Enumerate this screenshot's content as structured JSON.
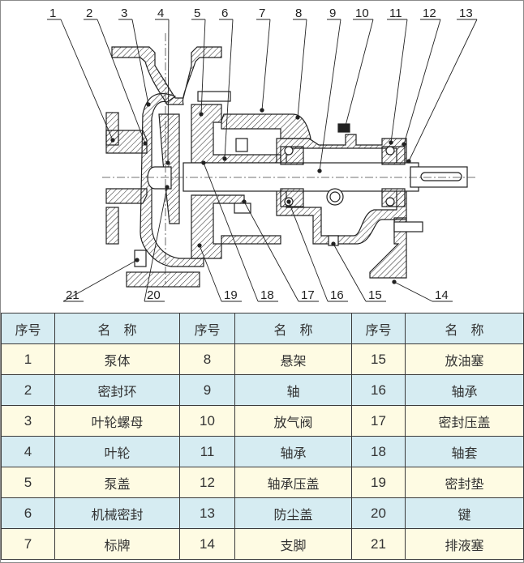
{
  "diagram": {
    "title": "Centrifugal pump cross-section",
    "callouts": [
      {
        "id": "1"
      },
      {
        "id": "2"
      },
      {
        "id": "3"
      },
      {
        "id": "4"
      },
      {
        "id": "5"
      },
      {
        "id": "6"
      },
      {
        "id": "7"
      },
      {
        "id": "8"
      },
      {
        "id": "9"
      },
      {
        "id": "10"
      },
      {
        "id": "11"
      },
      {
        "id": "12"
      },
      {
        "id": "13"
      },
      {
        "id": "14"
      },
      {
        "id": "15"
      },
      {
        "id": "16"
      },
      {
        "id": "17"
      },
      {
        "id": "18"
      },
      {
        "id": "19"
      },
      {
        "id": "20"
      },
      {
        "id": "21"
      }
    ]
  },
  "table": {
    "headers": [
      "序号",
      "名　称",
      "序号",
      "名　称",
      "序号",
      "名　称"
    ],
    "rows": [
      {
        "c": [
          {
            "no": "1",
            "name": "泵体"
          },
          {
            "no": "8",
            "name": "悬架"
          },
          {
            "no": "15",
            "name": "放油塞"
          }
        ]
      },
      {
        "c": [
          {
            "no": "2",
            "name": "密封环"
          },
          {
            "no": "9",
            "name": "轴"
          },
          {
            "no": "16",
            "name": "轴承"
          }
        ]
      },
      {
        "c": [
          {
            "no": "3",
            "name": "叶轮螺母"
          },
          {
            "no": "10",
            "name": "放气阀"
          },
          {
            "no": "17",
            "name": "密封压盖"
          }
        ]
      },
      {
        "c": [
          {
            "no": "4",
            "name": "叶轮"
          },
          {
            "no": "11",
            "name": "轴承"
          },
          {
            "no": "18",
            "name": "轴套"
          }
        ]
      },
      {
        "c": [
          {
            "no": "5",
            "name": "泵盖"
          },
          {
            "no": "12",
            "name": "轴承压盖"
          },
          {
            "no": "19",
            "name": "密封垫"
          }
        ]
      },
      {
        "c": [
          {
            "no": "6",
            "name": "机械密封"
          },
          {
            "no": "13",
            "name": "防尘盖"
          },
          {
            "no": "20",
            "name": "键"
          }
        ]
      },
      {
        "c": [
          {
            "no": "7",
            "name": "标牌"
          },
          {
            "no": "14",
            "name": "支脚"
          },
          {
            "no": "21",
            "name": "排液塞"
          }
        ]
      }
    ]
  },
  "colors": {
    "header_row": "#d6ecf2",
    "blue_row": "#d6ecf2",
    "cream_row": "#fefbe3",
    "line": "#222222"
  }
}
